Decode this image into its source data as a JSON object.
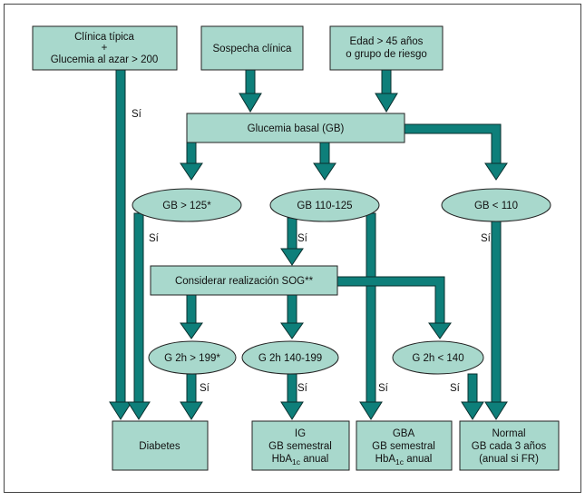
{
  "colors": {
    "box_fill": "#a8d8cc",
    "arrow": "#0e7f7a",
    "outline": "#222222"
  },
  "nodes": {
    "clinica": {
      "line1": "Clínica típica",
      "line2": "+",
      "line3": "Glucemia al azar > 200"
    },
    "sospecha": {
      "text": "Sospecha clínica"
    },
    "edad": {
      "line1": "Edad > 45 años",
      "line2": "o grupo de riesgo"
    },
    "glucemia_basal": {
      "text": "Glucemia basal (GB)"
    },
    "gb_gt125": {
      "text": "GB > 125*"
    },
    "gb_110_125": {
      "text": "GB 110-125"
    },
    "gb_lt110": {
      "text": "GB < 110"
    },
    "sog": {
      "text": "Considerar realización SOG**"
    },
    "g2h_gt199": {
      "text": "G 2h > 199*"
    },
    "g2h_140_199": {
      "text": "G 2h 140-199"
    },
    "g2h_lt140": {
      "text": "G 2h < 140"
    },
    "diabetes": {
      "text": "Diabetes"
    },
    "ig": {
      "line1": "IG",
      "line2": "GB semestral",
      "line3_main": "HbA",
      "line3_sub": "1c",
      "line3_rest": " anual"
    },
    "gba": {
      "line1": "GBA",
      "line2": "GB semestral",
      "line3_main": "HbA",
      "line3_sub": "1c",
      "line3_rest": " anual"
    },
    "normal": {
      "line1": "Normal",
      "line2": "GB cada 3 años",
      "line3": "(anual si FR)"
    }
  },
  "edge_labels": {
    "si": "Sí"
  }
}
